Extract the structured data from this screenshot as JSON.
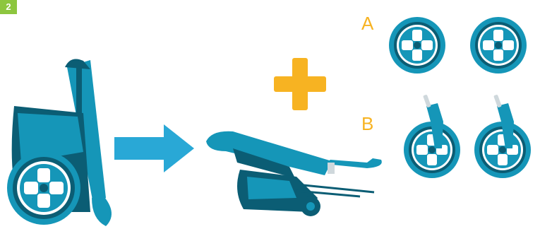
{
  "step_badge": "2",
  "parts": {
    "a": "A",
    "b": "B"
  },
  "colors": {
    "stroller_teal": "#1596b8",
    "stroller_dark": "#0b5d74",
    "arrow_blue": "#29a8d6",
    "plus_orange": "#f7b322",
    "label_orange": "#f7b322",
    "badge_green": "#8dc63f"
  },
  "icons": {
    "arrow": "right-arrow-icon",
    "plus": "plus-icon"
  }
}
